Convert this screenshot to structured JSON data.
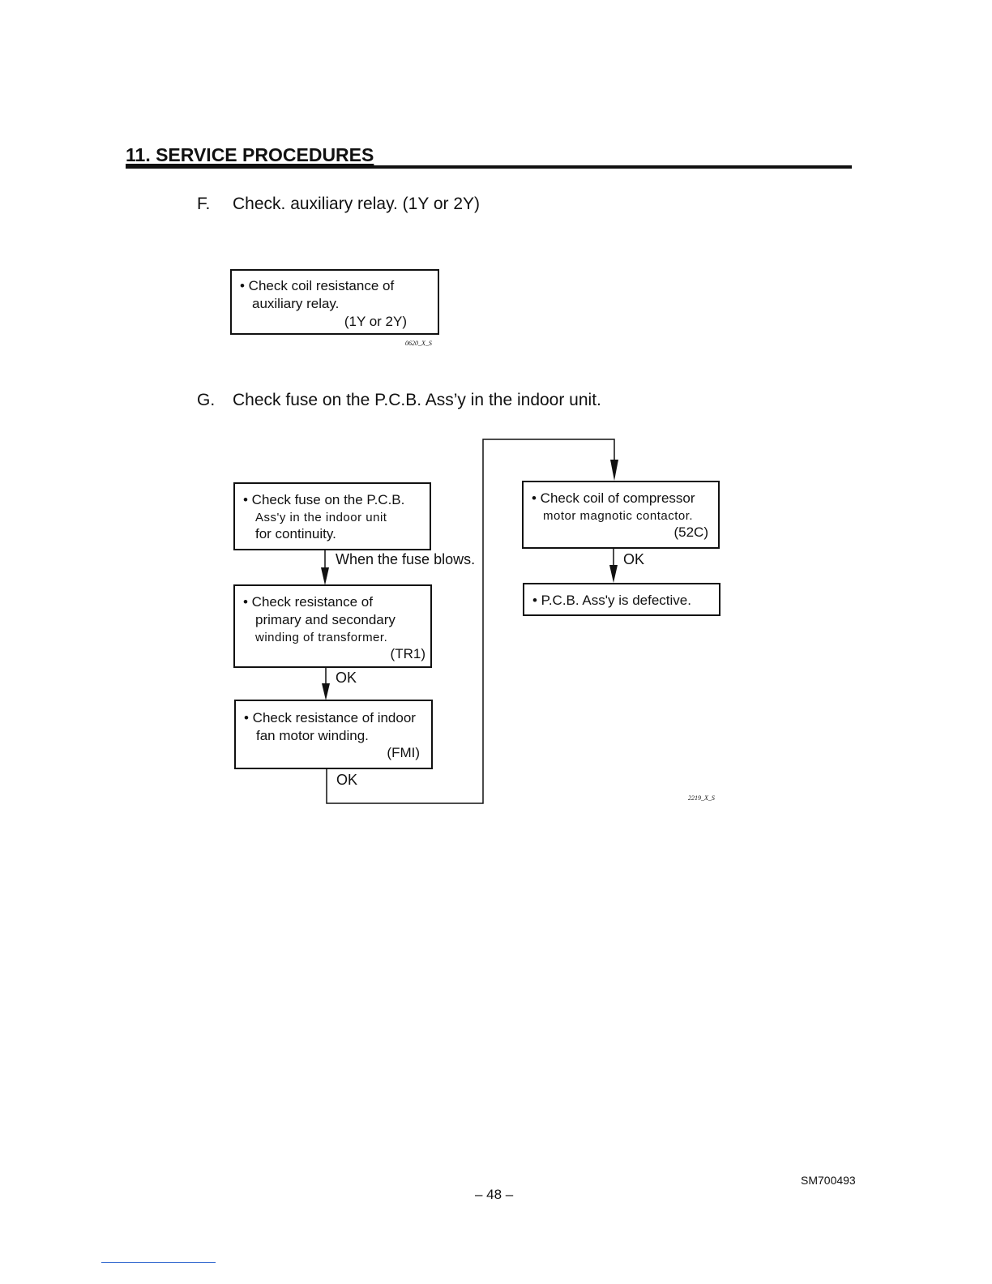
{
  "section": {
    "title": "11. SERVICE PROCEDURES"
  },
  "step_f": {
    "letter": "F.",
    "text": "Check. auxiliary relay. (1Y or 2Y)",
    "box": {
      "lines": [
        "• Check coil resistance of",
        "auxiliary relay.",
        "(1Y or 2Y)"
      ]
    },
    "figure_code": "0620_X_S"
  },
  "step_g": {
    "letter": "G.",
    "text": "Check fuse on the P.C.B. Ass’y in the indoor unit.",
    "boxes": {
      "fuse": [
        "• Check fuse on the P.C.B.",
        "Ass'y in the indoor unit",
        "for continuity."
      ],
      "transformer": [
        "• Check resistance of",
        "primary and secondary",
        "winding of transformer.",
        "(TR1)"
      ],
      "fan_motor": [
        "• Check resistance of indoor",
        "fan motor winding.",
        "(FMI)"
      ],
      "contactor": [
        "• Check coil of compressor",
        "motor magnotic contactor.",
        "(52C)"
      ],
      "pcb": [
        "• P.C.B. Ass'y is defective."
      ]
    },
    "arrows": {
      "fuse_to_transformer": "When the fuse blows.",
      "transformer_to_fan": "OK",
      "fan_out": "OK",
      "contactor_to_pcb": "OK"
    },
    "figure_code": "2219_X_S"
  },
  "footer": {
    "page_number": "– 48 –",
    "doc_code": "SM700493"
  }
}
